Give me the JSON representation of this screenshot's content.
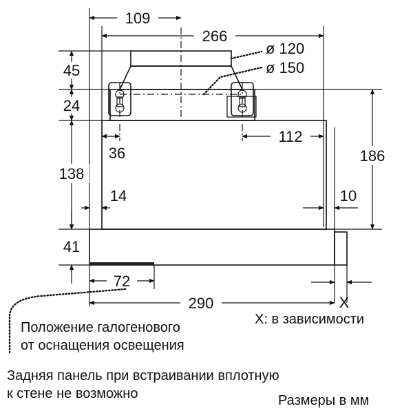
{
  "dimensions": {
    "top_offset": "109",
    "top_width": "266",
    "height_45": "45",
    "height_24": "24",
    "hole_36": "36",
    "hole_112": "112",
    "height_138": "138",
    "height_186": "186",
    "inset_14": "14",
    "inset_10": "10",
    "height_41": "41",
    "front_72": "72",
    "width_290": "290",
    "x_label": "X"
  },
  "diameters": {
    "d120": "ø 120",
    "d150": "ø 150"
  },
  "notes": {
    "x_dependency": "X: в зависимости",
    "halogen_line1": "Положение галогенового",
    "halogen_line2": "от оснащения освещения",
    "rear_panel_line1": "Задняя панель при встраивании вплотную",
    "rear_panel_line2": "к стене не возможно",
    "units": "Размеры в мм"
  },
  "colors": {
    "line": "#111111",
    "hood_body": "#e9e9e9",
    "hood_shade": "#cfcfcf",
    "lamp_strip": "#222222"
  }
}
